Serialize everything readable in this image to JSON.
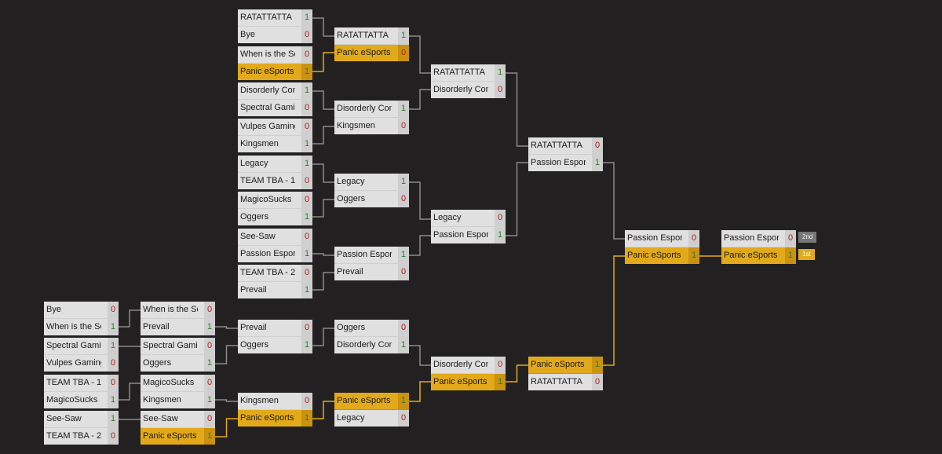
{
  "colors": {
    "background": "#232021",
    "cell": "#e0e0e0",
    "highlight": "#e2aa1b",
    "winScore": "#2e7d2e",
    "lossScore": "#b21e1e"
  },
  "placements": {
    "second": "2nd",
    "first": "1st"
  },
  "matches": [
    {
      "teams": [
        {
          "name": "RATATTATTA",
          "score": "1",
          "result": "win"
        },
        {
          "name": "Bye",
          "score": "0",
          "result": "loss"
        }
      ]
    },
    {
      "teams": [
        {
          "name": "When is the Scr",
          "score": "0",
          "result": "loss"
        },
        {
          "name": "Panic eSports",
          "score": "1",
          "result": "win",
          "highlight": true
        }
      ]
    },
    {
      "teams": [
        {
          "name": "Disorderly Conduct",
          "score": "1",
          "result": "win"
        },
        {
          "name": "Spectral Gaming",
          "score": "0",
          "result": "loss"
        }
      ]
    },
    {
      "teams": [
        {
          "name": "Vulpes Gaming",
          "score": "0",
          "result": "loss"
        },
        {
          "name": "Kingsmen",
          "score": "1",
          "result": "win"
        }
      ]
    },
    {
      "teams": [
        {
          "name": "Legacy",
          "score": "1",
          "result": "win"
        },
        {
          "name": "TEAM TBA - 1",
          "score": "0",
          "result": "loss"
        }
      ]
    },
    {
      "teams": [
        {
          "name": "MagicoSucks",
          "score": "0",
          "result": "loss"
        },
        {
          "name": "Oggers",
          "score": "1",
          "result": "win"
        }
      ]
    },
    {
      "teams": [
        {
          "name": "See-Saw",
          "score": "0",
          "result": "loss"
        },
        {
          "name": "Passion Esports",
          "score": "1",
          "result": "win"
        }
      ]
    },
    {
      "teams": [
        {
          "name": "TEAM TBA - 2",
          "score": "0",
          "result": "loss"
        },
        {
          "name": "Prevail",
          "score": "1",
          "result": "win"
        }
      ]
    },
    {
      "teams": [
        {
          "name": "RATATTATTA",
          "score": "1",
          "result": "win"
        },
        {
          "name": "Panic eSports",
          "score": "0",
          "result": "loss",
          "highlight": true
        }
      ]
    },
    {
      "teams": [
        {
          "name": "Disorderly Conduct",
          "score": "1",
          "result": "win"
        },
        {
          "name": "Kingsmen",
          "score": "0",
          "result": "loss"
        }
      ]
    },
    {
      "teams": [
        {
          "name": "Legacy",
          "score": "1",
          "result": "win"
        },
        {
          "name": "Oggers",
          "score": "0",
          "result": "loss"
        }
      ]
    },
    {
      "teams": [
        {
          "name": "Passion Esports",
          "score": "1",
          "result": "win"
        },
        {
          "name": "Prevail",
          "score": "0",
          "result": "loss"
        }
      ]
    },
    {
      "teams": [
        {
          "name": "RATATTATTA",
          "score": "1",
          "result": "win"
        },
        {
          "name": "Disorderly Conduct",
          "score": "0",
          "result": "loss"
        }
      ]
    },
    {
      "teams": [
        {
          "name": "Legacy",
          "score": "0",
          "result": "loss"
        },
        {
          "name": "Passion Esports",
          "score": "1",
          "result": "win"
        }
      ]
    },
    {
      "teams": [
        {
          "name": "RATATTATTA",
          "score": "0",
          "result": "loss"
        },
        {
          "name": "Passion Esports",
          "score": "1",
          "result": "win"
        }
      ]
    },
    {
      "teams": [
        {
          "name": "Passion Esports",
          "score": "0",
          "result": "loss"
        },
        {
          "name": "Panic eSports",
          "score": "1",
          "result": "win",
          "highlight": true
        }
      ]
    },
    {
      "teams": [
        {
          "name": "Passion Esports",
          "score": "0",
          "result": "loss"
        },
        {
          "name": "Panic eSports",
          "score": "1",
          "result": "win",
          "highlight": true
        }
      ]
    },
    {
      "teams": [
        {
          "name": "Bye",
          "score": "0",
          "result": "loss"
        },
        {
          "name": "When is the Scr",
          "score": "1",
          "result": "win"
        }
      ]
    },
    {
      "teams": [
        {
          "name": "Spectral Gaming",
          "score": "1",
          "result": "win"
        },
        {
          "name": "Vulpes Gaming",
          "score": "0",
          "result": "loss"
        }
      ]
    },
    {
      "teams": [
        {
          "name": "TEAM TBA - 1",
          "score": "0",
          "result": "loss"
        },
        {
          "name": "MagicoSucks",
          "score": "1",
          "result": "win"
        }
      ]
    },
    {
      "teams": [
        {
          "name": "See-Saw",
          "score": "1",
          "result": "win"
        },
        {
          "name": "TEAM TBA - 2",
          "score": "0",
          "result": "loss"
        }
      ]
    },
    {
      "teams": [
        {
          "name": "When is the Scr",
          "score": "0",
          "result": "loss"
        },
        {
          "name": "Prevail",
          "score": "1",
          "result": "win"
        }
      ]
    },
    {
      "teams": [
        {
          "name": "Spectral Gaming",
          "score": "0",
          "result": "loss"
        },
        {
          "name": "Oggers",
          "score": "1",
          "result": "win"
        }
      ]
    },
    {
      "teams": [
        {
          "name": "MagicoSucks",
          "score": "0",
          "result": "loss"
        },
        {
          "name": "Kingsmen",
          "score": "1",
          "result": "win"
        }
      ]
    },
    {
      "teams": [
        {
          "name": "See-Saw",
          "score": "0",
          "result": "loss"
        },
        {
          "name": "Panic eSports",
          "score": "1",
          "result": "win",
          "highlight": true
        }
      ]
    },
    {
      "teams": [
        {
          "name": "Prevail",
          "score": "0",
          "result": "loss"
        },
        {
          "name": "Oggers",
          "score": "1",
          "result": "win"
        }
      ]
    },
    {
      "teams": [
        {
          "name": "Kingsmen",
          "score": "0",
          "result": "loss"
        },
        {
          "name": "Panic eSports",
          "score": "1",
          "result": "win",
          "highlight": true
        }
      ]
    },
    {
      "teams": [
        {
          "name": "Oggers",
          "score": "0",
          "result": "loss"
        },
        {
          "name": "Disorderly Conduct",
          "score": "1",
          "result": "win"
        }
      ]
    },
    {
      "teams": [
        {
          "name": "Panic eSports",
          "score": "1",
          "result": "win",
          "highlight": true
        },
        {
          "name": "Legacy",
          "score": "0",
          "result": "loss"
        }
      ]
    },
    {
      "teams": [
        {
          "name": "Disorderly Conduct",
          "score": "0",
          "result": "loss"
        },
        {
          "name": "Panic eSports",
          "score": "1",
          "result": "win",
          "highlight": true
        }
      ]
    },
    {
      "teams": [
        {
          "name": "Panic eSports",
          "score": "1",
          "result": "win",
          "highlight": true
        },
        {
          "name": "RATATTATTA",
          "score": "0",
          "result": "loss"
        }
      ]
    }
  ]
}
